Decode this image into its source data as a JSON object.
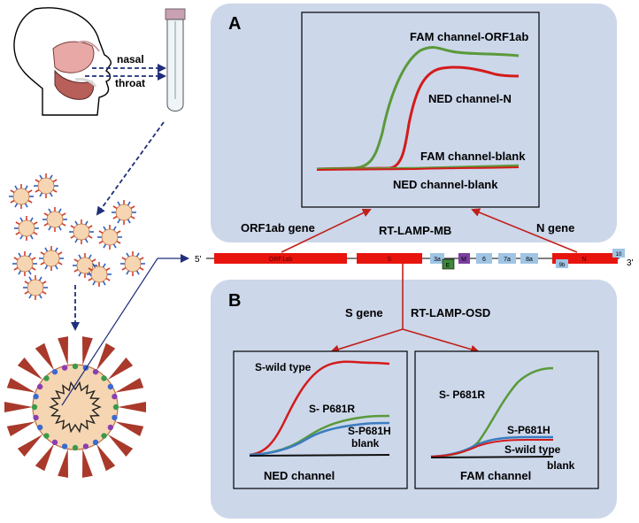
{
  "colors": {
    "panel": "#ccd7ea",
    "gene_red": "#e8140e",
    "gene_blue": "#9fc4e4",
    "arrow_red": "#c0201a",
    "arrow_navy": "#1f2f7a",
    "curve_green": "#5a9a3a",
    "curve_red": "#d41b1b",
    "curve_blue": "#3a7cc0",
    "curve_black": "#111111",
    "E_green": "#3f8a3a",
    "M_purple": "#7b3fa0",
    "virion_spike": "#a9392b",
    "virion_body": "#f6d6b2"
  },
  "sampling": {
    "nasal": "nasal",
    "throat": "throat"
  },
  "panelA": {
    "letter": "A",
    "labels": {
      "fam_orf1ab": "FAM channel-ORF1ab",
      "ned_n": "NED channel-N",
      "fam_blank": "FAM channel-blank",
      "ned_blank": "NED channel-blank"
    },
    "orf1ab_gene": "ORF1ab gene",
    "method": "RT-LAMP-MB",
    "n_gene": "N gene"
  },
  "genome": {
    "five": "5'",
    "three": "3'",
    "segments": [
      "ORF1ab",
      "S",
      "3a",
      "E",
      "M",
      "6",
      "7a",
      "8a",
      "N",
      "9b",
      "10"
    ]
  },
  "panelB": {
    "letter": "B",
    "s_gene": "S gene",
    "method": "RT-LAMP-OSD",
    "ned": {
      "wild": "S-wild type",
      "p681r": "S- P681R",
      "p681h": "S-P681H",
      "blank": "blank",
      "channel": "NED channel"
    },
    "fam": {
      "p681r": "S- P681R",
      "p681h": "S-P681H",
      "wild": "S-wild type",
      "blank": "blank",
      "channel": "FAM channel"
    }
  }
}
